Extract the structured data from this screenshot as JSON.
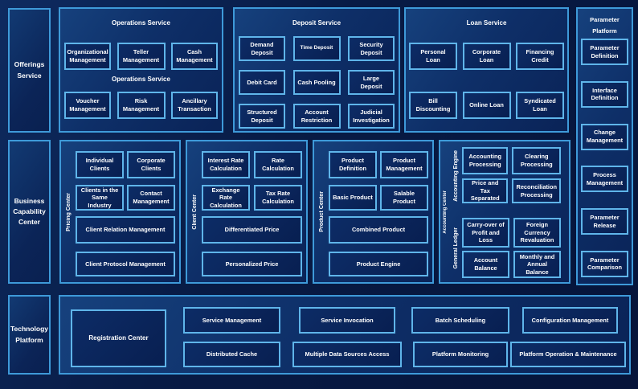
{
  "colors": {
    "background": "#081b45",
    "panel_fill": "#0e2f68",
    "box_fill": "#0a2256",
    "panel_border": "#3e9ad9",
    "box_border": "#5fb5ea",
    "text": "#ffffff"
  },
  "left_column": {
    "offerings": "Offerings Service",
    "business": "Business Capability Center",
    "technology": "Technology Platform"
  },
  "operations": {
    "title": "Operations Service",
    "subtitle": "Operations Service",
    "row1": [
      "Organizational Management",
      "Teller Management",
      "Cash Management"
    ],
    "row2": [
      "Voucher Management",
      "Risk Management",
      "Ancillary Transaction"
    ]
  },
  "deposit": {
    "title": "Deposit Service",
    "rows": [
      [
        "Demand Deposit",
        "Time Deposit",
        "Security Deposit"
      ],
      [
        "Debit Card",
        "Cash Pooling",
        "Large Deposit"
      ],
      [
        "Structured Deposit",
        "Account Restriction",
        "Judicial Investigation"
      ]
    ]
  },
  "loan": {
    "title": "Loan Service",
    "rows": [
      [
        "Personal Loan",
        "Corporate Loan",
        "Financing Credit"
      ],
      [
        "Bill Discounting",
        "Online Loan",
        "Syndicated Loan"
      ]
    ]
  },
  "parameter": {
    "title": "Parameter Platform",
    "items": [
      "Parameter Definition",
      "Interface Definition",
      "Change Management",
      "Process Management",
      "Parameter Release",
      "Parameter Comparison"
    ]
  },
  "pricing": {
    "label": "Pricing Center",
    "row1": [
      "Individual Clients",
      "Corporate Clients"
    ],
    "row2": [
      "Clients in the Same Industry",
      "Contact Management"
    ],
    "wide1": "Client Relation Management",
    "wide2": "Client Protocol Management"
  },
  "client": {
    "label": "Client Center",
    "row1": [
      "Interest Rate Calculation",
      "Rate Calculation"
    ],
    "row2": [
      "Exchange Rate Calculation",
      "Tax Rate Calculation"
    ],
    "wide1": "Differentiated Price",
    "wide2": "Personalized Price"
  },
  "product": {
    "label": "Product Center",
    "row1": [
      "Product Definition",
      "Product Management"
    ],
    "row2": [
      "Basic Product",
      "Salable Product"
    ],
    "wide1": "Combined Product",
    "wide2": "Product Engine"
  },
  "accounting": {
    "label": "Accounting Center",
    "engine": {
      "label": "Accounting Engine",
      "boxes": [
        "Accounting Processing",
        "Clearing Processing",
        "Price and Tax Separated",
        "Reconciliation Processing"
      ]
    },
    "ledger": {
      "label": "General Ledger",
      "boxes": [
        "Carry-over of Profit and Loss",
        "Foreign Currency Revaluation",
        "Account Balance",
        "Monthly and Annual Balance"
      ]
    }
  },
  "technology": {
    "registration": "Registration Center",
    "row1": [
      "Service Management",
      "Service Invocation",
      "Batch Scheduling",
      "Configuration Management"
    ],
    "row2": [
      "Distributed Cache",
      "Multiple Data Sources Access",
      "Platform Monitoring",
      "Platform Operation & Maintenance"
    ]
  }
}
